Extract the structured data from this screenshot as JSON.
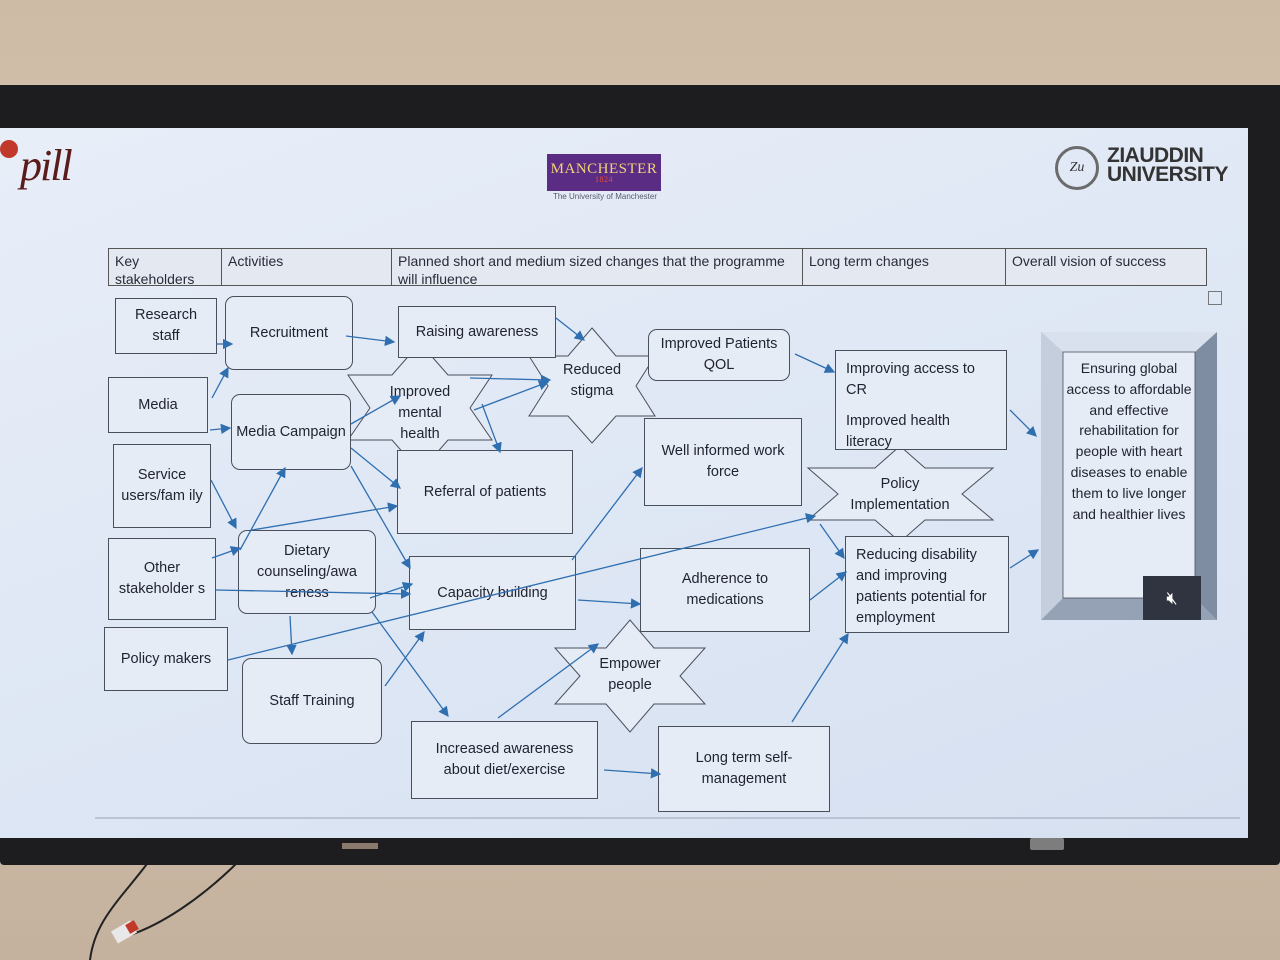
{
  "header": {
    "manchester_title": "MANCHESTER",
    "manchester_year": "1824",
    "manchester_sub": "The University of Manchester",
    "ziauddin_line1": "ZIAUDDIN",
    "ziauddin_line2": "UNIVERSITY",
    "left_logo": "pill"
  },
  "columns": [
    {
      "label": "Key stakeholders"
    },
    {
      "label": "Activities"
    },
    {
      "label": "Planned short and medium sized changes that the programme will influence"
    },
    {
      "label": "Long term changes"
    },
    {
      "label": "Overall vision of success"
    }
  ],
  "stakeholders": [
    "Research staff",
    "Media",
    "Service users/fam ily",
    "Other stakeholder s",
    "Policy makers"
  ],
  "activities": [
    "Recruitment",
    "Media Campaign",
    "Dietary counseling/awa reness",
    "Staff Training"
  ],
  "short_term": {
    "raising_awareness": "Raising awareness",
    "improved_mental_health": "Improved mental health",
    "reduced_stigma": "Reduced stigma",
    "referral": "Referral of patients",
    "capacity_building": "Capacity building",
    "increased_awareness": "Increased awareness about diet/exercise",
    "improved_qol": "Improved Patients QOL",
    "well_informed": "Well informed work force",
    "adherence": "Adherence to medications",
    "empower": "Empower people",
    "self_management": "Long term self-management"
  },
  "long_term": {
    "access_cr": "Improving access to CR",
    "health_literacy": "Improved health literacy",
    "policy": "Policy Implementation",
    "reducing_disability": "Reducing disability and improving patients potential for employment"
  },
  "vision": "Ensuring global access to affordable and effective rehabilitation for people with heart diseases to enable them to live longer and healthier lives",
  "colors": {
    "arrow": "#2f6fb0",
    "box_border": "#4a4f5c",
    "manchester_purple": "#5b2c84"
  }
}
